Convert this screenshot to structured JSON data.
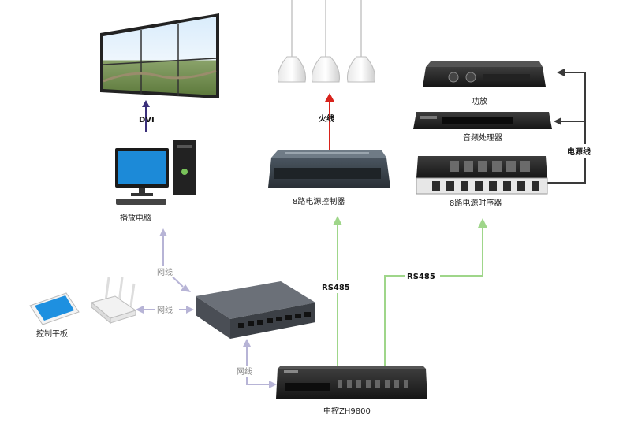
{
  "devices": {
    "video_wall": "",
    "pc": "播放电脑",
    "lamps": "",
    "power_controller": "8路电源控制器",
    "amplifier": "功放",
    "audio_processor": "音频处理器",
    "sequencer": "8路电源时序器",
    "tablet": "控制平板",
    "router": "",
    "switch": "",
    "central_control": "中控ZH9800"
  },
  "connections": {
    "dvi": "DVI",
    "live_wire": "火线",
    "power_cable": "电源线",
    "rs485_left": "RS485",
    "rs485_right": "RS485",
    "network_pc_switch": "网线",
    "network_router_switch": "网线",
    "network_switch_control": "网线"
  },
  "colors": {
    "network": "#b7b4d6",
    "dvi": "#3a2f7a",
    "live_wire": "#d8231c",
    "power": "#3a3a3a",
    "rs485": "#9fd68a"
  }
}
